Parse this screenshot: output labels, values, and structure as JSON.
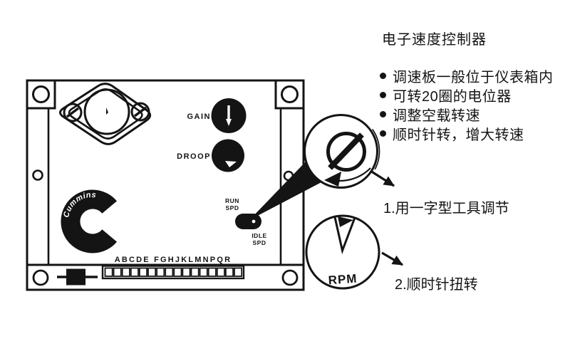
{
  "colors": {
    "ink": "#141414",
    "bg": "#ffffff"
  },
  "info_panel": {
    "title": "电子速度控制器",
    "bullets": [
      "调速板一般位于仪表箱内",
      "可转20圈的电位器",
      "调整空载转速",
      "顺时针转，增大转速"
    ]
  },
  "device": {
    "brand": "Cummins",
    "gain_label": "GAIN",
    "droop_label": "DROOP",
    "run_spd": [
      "RUN",
      "SPD"
    ],
    "idle_spd": [
      "IDLE",
      "SPD"
    ],
    "terminal_letters": "ABCDE FGHJKLMNPQR"
  },
  "callouts": {
    "rpm_label": "RPM",
    "step1": "1.用一字型工具调节",
    "step2": "2.顺时针扭转"
  }
}
